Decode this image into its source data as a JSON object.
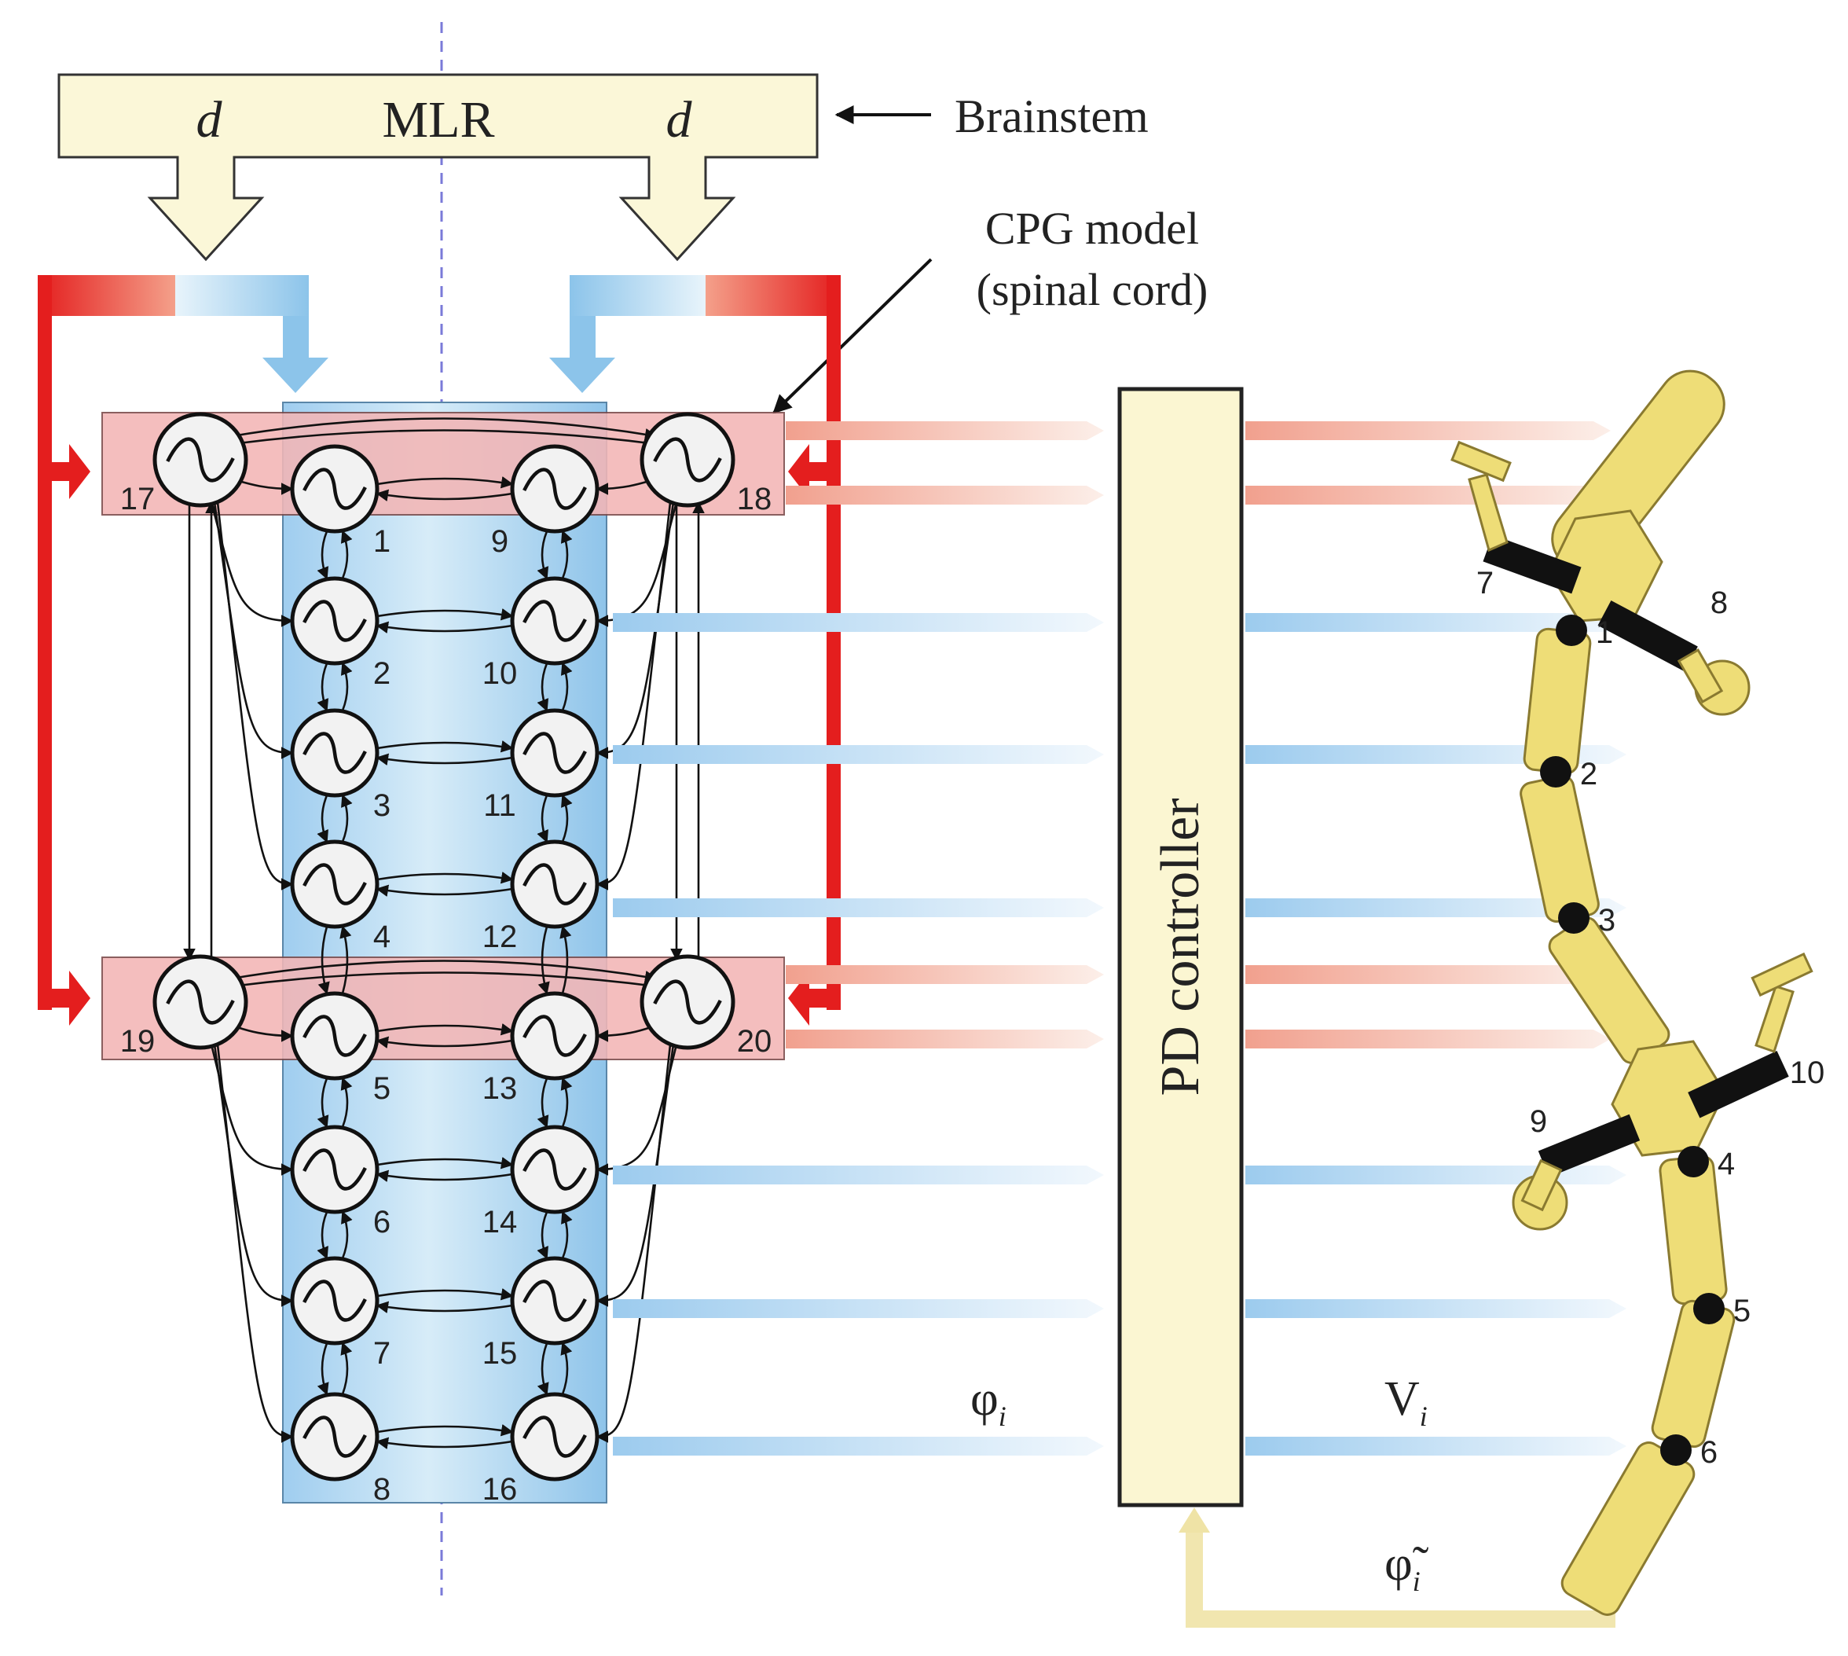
{
  "brainstem": {
    "mlr_label": "MLR",
    "drive_left": "d",
    "drive_right": "d",
    "label": "Brainstem"
  },
  "cpg": {
    "label_line1": "CPG model",
    "label_line2": "(spinal cord)"
  },
  "controller": {
    "label": "PD controller"
  },
  "signals": {
    "phi_main": "φ",
    "phi_sub": "i",
    "v_main": "V",
    "v_sub": "i",
    "phi_tilde_main": "φ̃",
    "phi_tilde_sub": "i"
  },
  "body_oscillators_left": [
    "1",
    "2",
    "3",
    "4",
    "5",
    "6",
    "7",
    "8"
  ],
  "body_oscillators_right": [
    "9",
    "10",
    "11",
    "12",
    "13",
    "14",
    "15",
    "16"
  ],
  "limb_oscillators": {
    "front_left": "17",
    "front_right": "18",
    "hind_left": "19",
    "hind_right": "20"
  },
  "robot_joints": {
    "spine": [
      "1",
      "2",
      "3",
      "4",
      "5",
      "6"
    ],
    "legs": [
      "7",
      "8",
      "9",
      "10"
    ]
  },
  "colors": {
    "body_column": "#a9d2ee",
    "limb_band": "#f3b6b6",
    "limb_feedback": "#e8282a",
    "drive_arrow": "#fbf7d8",
    "controller_fill": "#fbf6d2",
    "robot": "#eedd77"
  }
}
